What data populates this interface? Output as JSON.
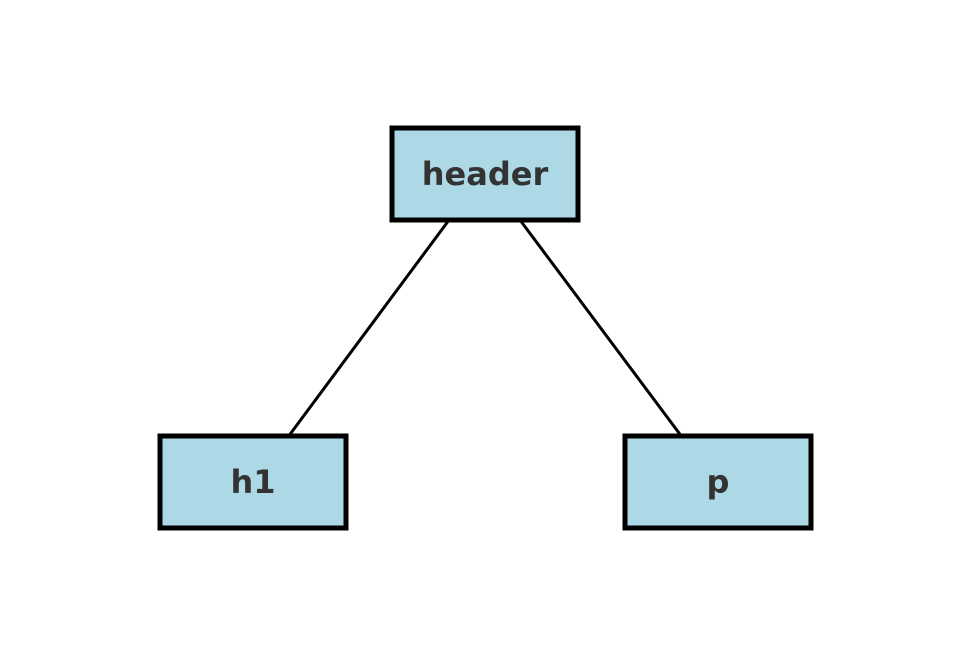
{
  "diagram": {
    "type": "tree",
    "node_fill": "#add8e6",
    "node_border": "#000000",
    "label_color": "#333333",
    "nodes": [
      {
        "id": "header",
        "label": "header"
      },
      {
        "id": "h1",
        "label": "h1"
      },
      {
        "id": "p",
        "label": "p"
      }
    ],
    "edges": [
      {
        "from": "header",
        "to": "h1"
      },
      {
        "from": "header",
        "to": "p"
      }
    ]
  }
}
